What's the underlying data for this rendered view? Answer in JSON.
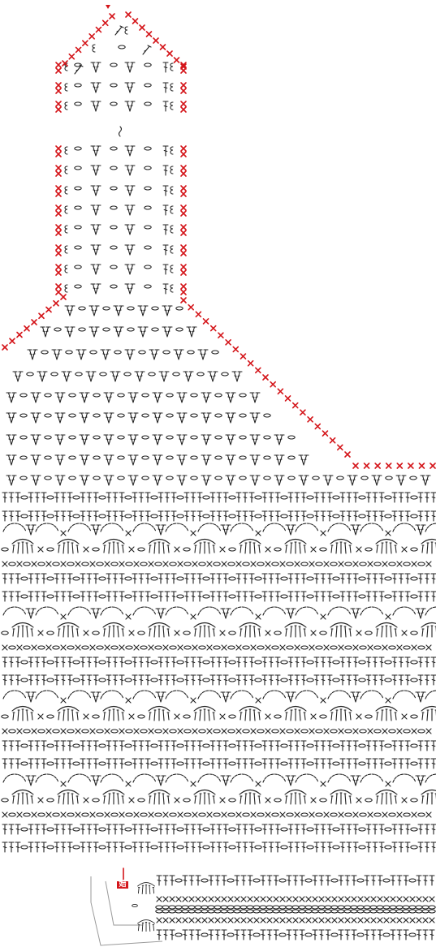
{
  "diagram": {
    "kind": "crochet-stitch-chart",
    "colors": {
      "stitch": "#222222",
      "edge_marks": "#d4151a",
      "background": "#ffffff",
      "guide_lines": "#9a9a9a"
    },
    "symbols": [
      "chain-oval",
      "single-crochet-x",
      "double-crochet-t",
      "double-crochet-v-cluster",
      "shell-fan",
      "picot-loop",
      "decrease-diagonal"
    ],
    "start_marker": {
      "label": "始"
    }
  }
}
